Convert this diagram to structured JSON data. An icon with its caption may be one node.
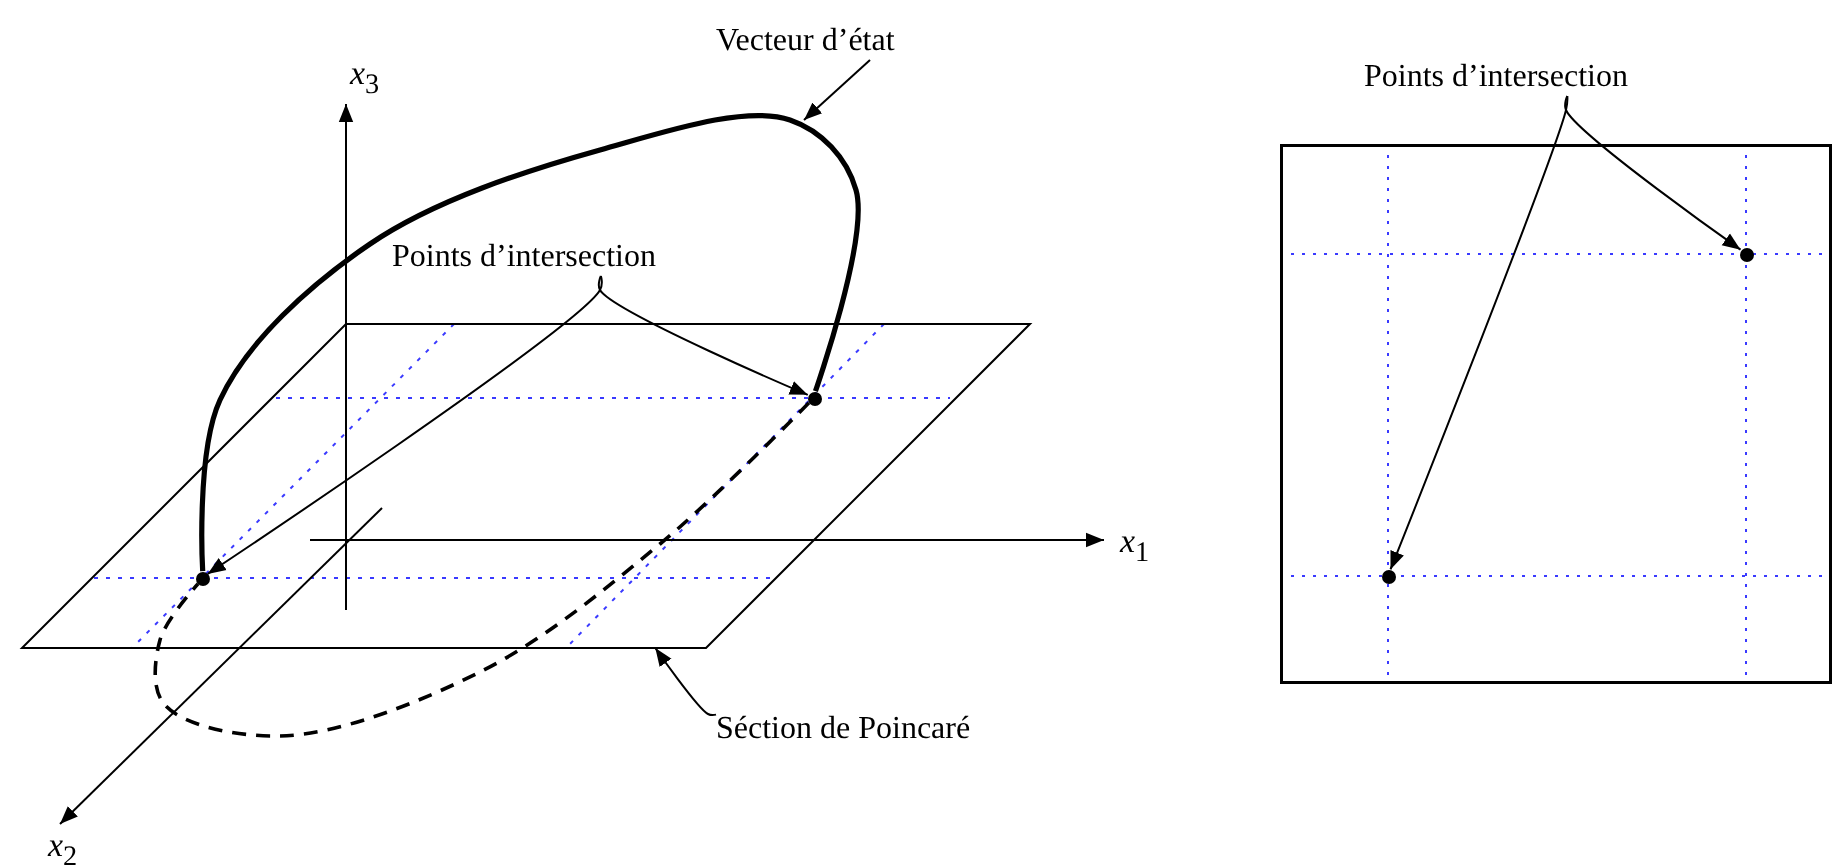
{
  "diagram": {
    "nodes": [
      {
        "text": [
          "Vecteur d’état"
        ]
      },
      {
        "text": [
          "Points d’intersection"
        ]
      },
      {
        "text": [],
        "shape": "parallelogram"
      },
      {
        "text": [],
        "shape": "circle",
        "in": 2
      },
      {
        "text": [],
        "shape": "circle",
        "in": 2
      },
      {
        "text": [
          "Séction de Poincaré"
        ]
      },
      {
        "text": [
          "Points d’intersection"
        ]
      },
      {
        "text": [],
        "shape": "box"
      },
      {
        "text": [],
        "shape": "circle",
        "in": 7
      },
      {
        "text": [],
        "shape": "circle",
        "in": 7
      }
    ],
    "edges": [
      {
        "from": 0,
        "to": null,
        "arrow": "to"
      },
      {
        "from": 1,
        "to": 4,
        "arrow": "to"
      },
      {
        "from": 1,
        "to": 3,
        "arrow": "to"
      },
      {
        "from": 5,
        "to": 2,
        "arrow": "to"
      },
      {
        "from": 6,
        "to": 8,
        "arrow": "to"
      },
      {
        "from": 6,
        "to": 9,
        "arrow": "to"
      },
      {
        "from": 3,
        "to": 4,
        "arrow": "none",
        "style": "thick"
      },
      {
        "from": 4,
        "to": 3,
        "arrow": "none",
        "style": "dashed"
      }
    ],
    "labels": [
      "*x*$_{3}$",
      "*x*$_{1}$",
      "*x*$_{2}$"
    ]
  }
}
